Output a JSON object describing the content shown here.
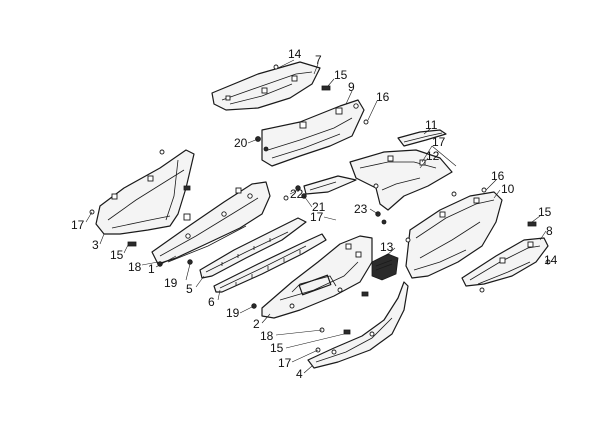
{
  "callouts": [
    {
      "id": "c14a",
      "text": "14"
    },
    {
      "id": "c7",
      "text": "7"
    },
    {
      "id": "c15a",
      "text": "15"
    },
    {
      "id": "c9",
      "text": "9"
    },
    {
      "id": "c16a",
      "text": "16"
    },
    {
      "id": "c20",
      "text": "20"
    },
    {
      "id": "c11",
      "text": "11"
    },
    {
      "id": "c17a",
      "text": "17"
    },
    {
      "id": "c12",
      "text": "12"
    },
    {
      "id": "c16b",
      "text": "16"
    },
    {
      "id": "c10",
      "text": "10"
    },
    {
      "id": "c17b",
      "text": "17"
    },
    {
      "id": "c3",
      "text": "3"
    },
    {
      "id": "c15b",
      "text": "15"
    },
    {
      "id": "c18a",
      "text": "18"
    },
    {
      "id": "c1",
      "text": "1"
    },
    {
      "id": "c22",
      "text": "22"
    },
    {
      "id": "c21",
      "text": "21"
    },
    {
      "id": "c17c",
      "text": "17"
    },
    {
      "id": "c23",
      "text": "23"
    },
    {
      "id": "c15c",
      "text": "15"
    },
    {
      "id": "c8",
      "text": "8"
    },
    {
      "id": "c13",
      "text": "13"
    },
    {
      "id": "c19a",
      "text": "19"
    },
    {
      "id": "c5",
      "text": "5"
    },
    {
      "id": "c14b",
      "text": "14"
    },
    {
      "id": "c6",
      "text": "6"
    },
    {
      "id": "c19b",
      "text": "19"
    },
    {
      "id": "c2",
      "text": "2"
    },
    {
      "id": "c18b",
      "text": "18"
    },
    {
      "id": "c15d",
      "text": "15"
    },
    {
      "id": "c17d",
      "text": "17"
    },
    {
      "id": "c4",
      "text": "4"
    }
  ]
}
